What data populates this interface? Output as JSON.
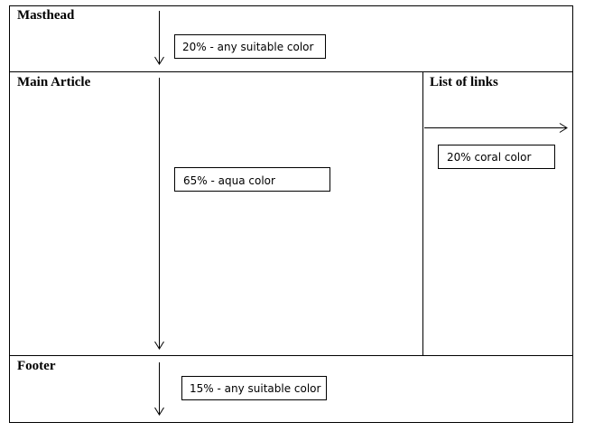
{
  "masthead": {
    "title": "Masthead",
    "note": "20% - any suitable color"
  },
  "main_article": {
    "title": "Main Article",
    "note": "65% - aqua color"
  },
  "list_of_links": {
    "title": "List of links",
    "note": "20% coral color"
  },
  "footer": {
    "title": "Footer",
    "note": "15% - any suitable color"
  }
}
